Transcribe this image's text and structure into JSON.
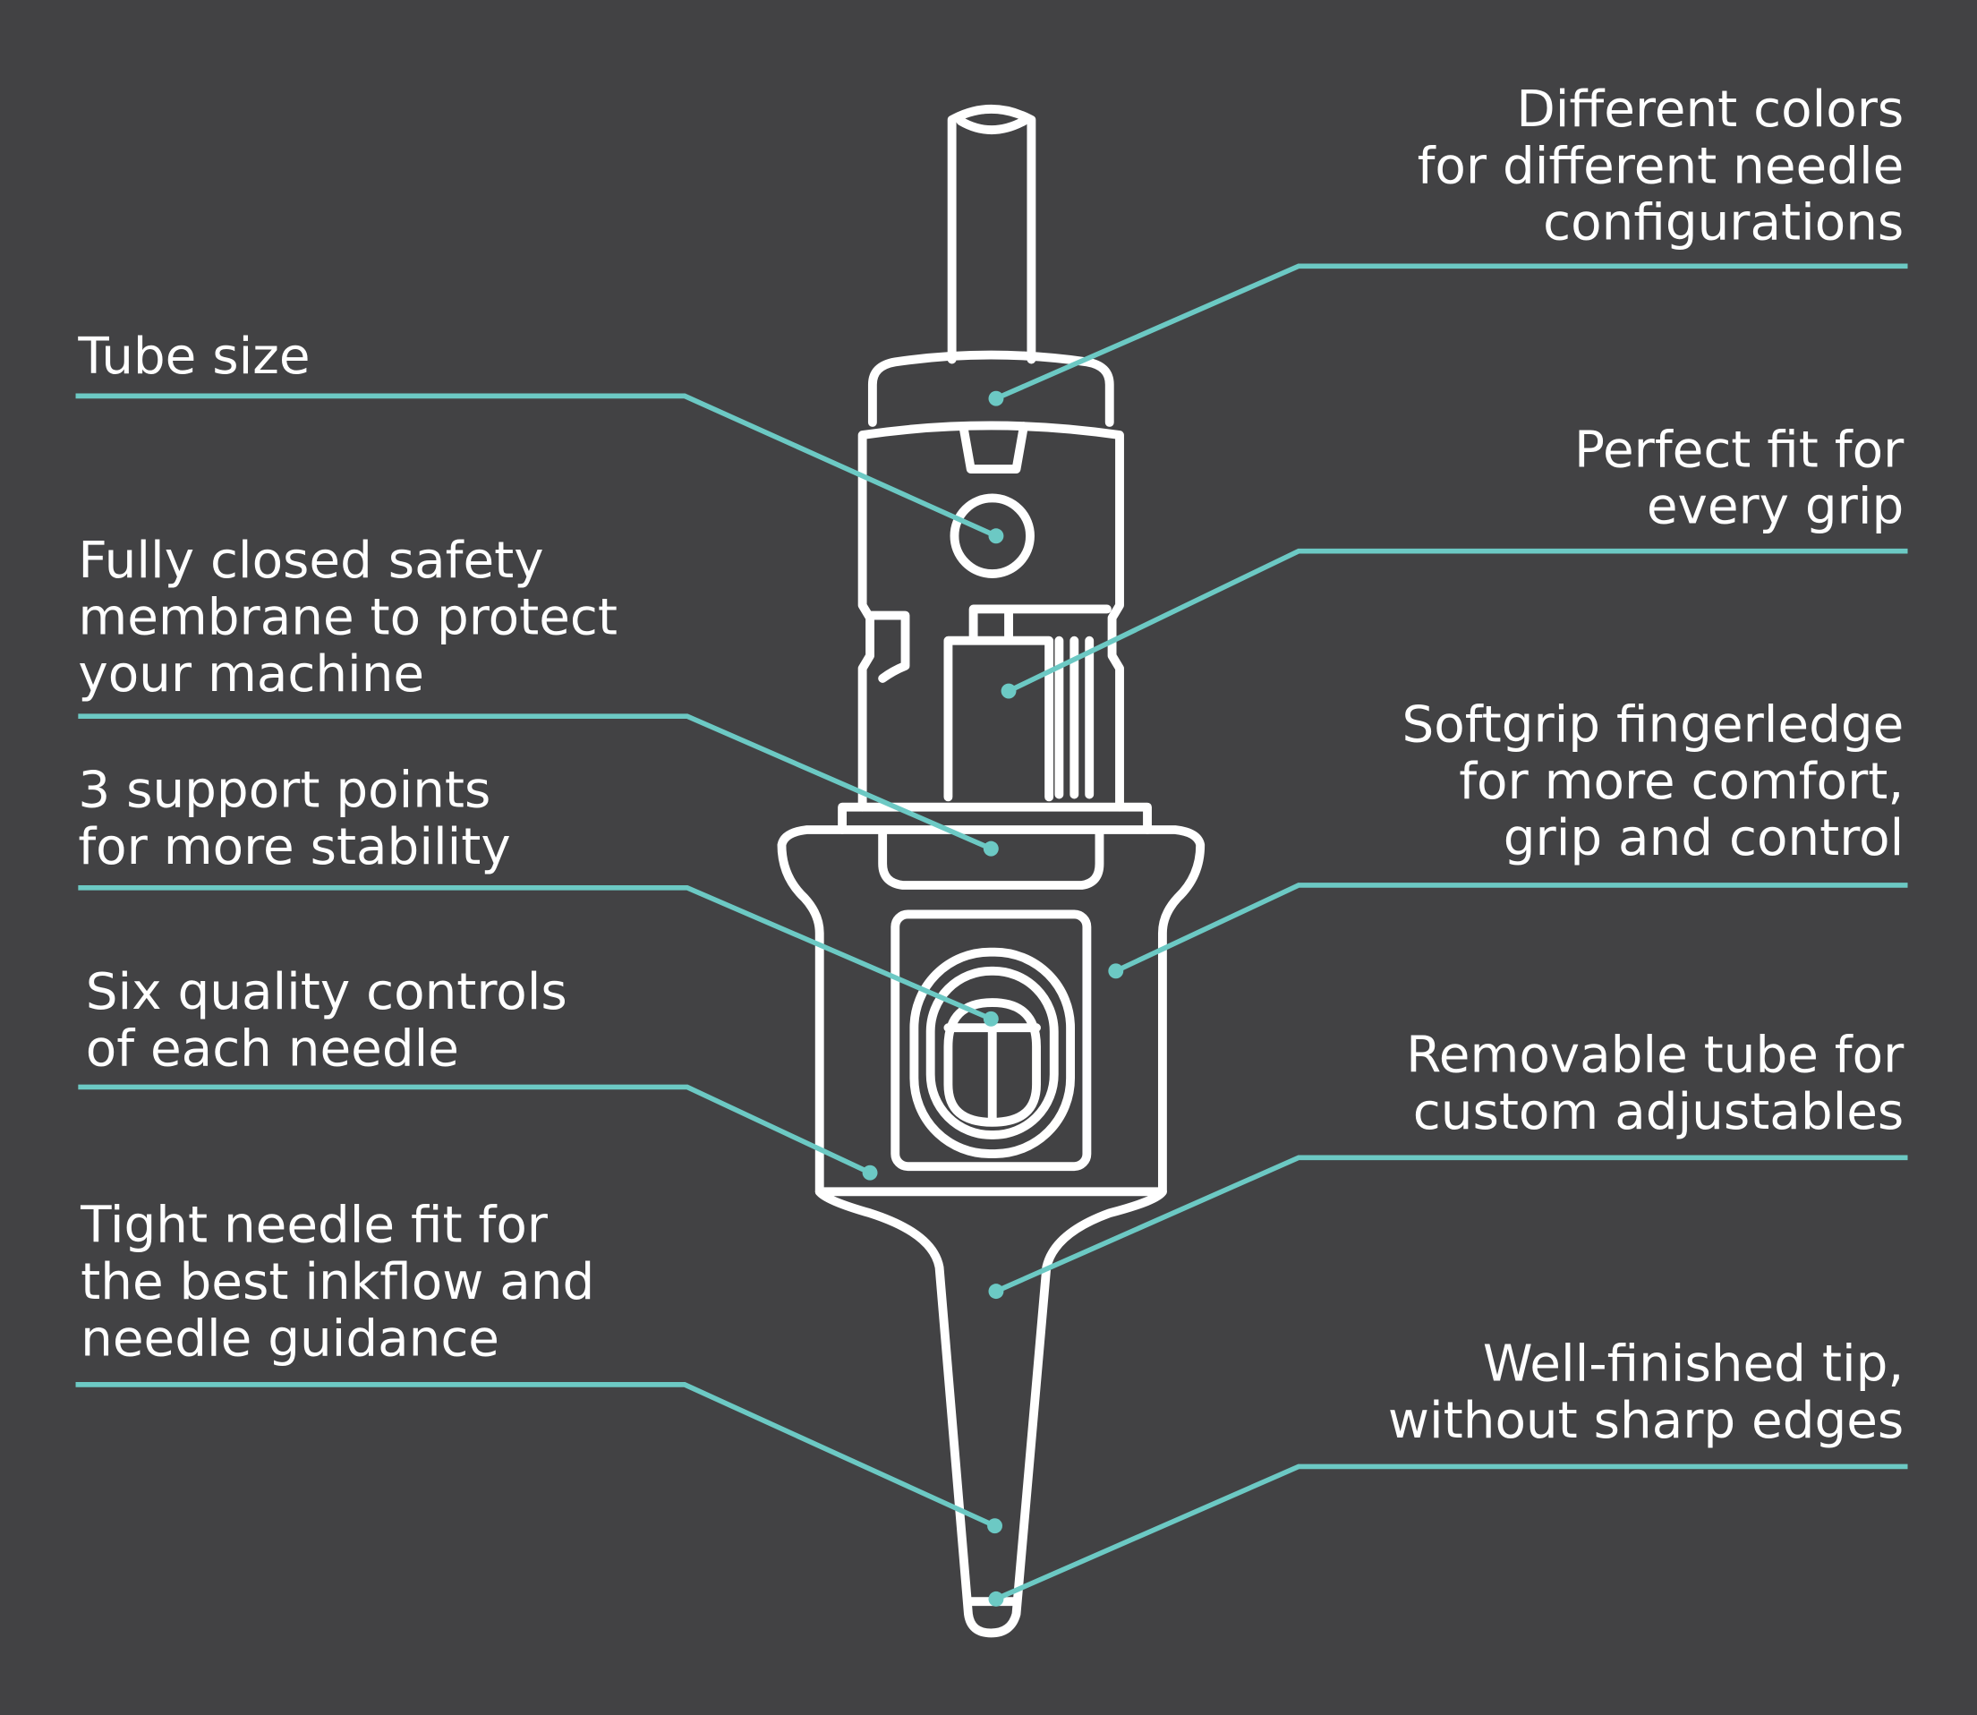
{
  "colors": {
    "background": "#424244",
    "accent": "#6cc9c4",
    "outline": "#ffffff"
  },
  "left_labels": [
    {
      "id": "tube-size",
      "lines": [
        "Tube size"
      ]
    },
    {
      "id": "safety-membrane",
      "lines": [
        "Fully closed safety",
        "membrane to protect",
        "your machine"
      ]
    },
    {
      "id": "support-points",
      "lines": [
        "3 support points",
        "for more stability"
      ]
    },
    {
      "id": "quality-controls",
      "lines": [
        "Six quality controls",
        "of each needle"
      ]
    },
    {
      "id": "needle-fit",
      "lines": [
        "Tight needle fit for",
        "the best inkflow and",
        "needle guidance"
      ]
    }
  ],
  "right_labels": [
    {
      "id": "colors",
      "lines": [
        "Different colors",
        "for different needle",
        "configurations"
      ]
    },
    {
      "id": "perfect-fit",
      "lines": [
        "Perfect fit for",
        "every grip"
      ]
    },
    {
      "id": "softgrip",
      "lines": [
        "Softgrip fingerledge",
        "for more comfort,",
        "grip and control"
      ]
    },
    {
      "id": "removable-tube",
      "lines": [
        "Removable tube for",
        "custom adjustables"
      ]
    },
    {
      "id": "tip",
      "lines": [
        "Well-finished tip,",
        "without sharp edges"
      ]
    }
  ]
}
